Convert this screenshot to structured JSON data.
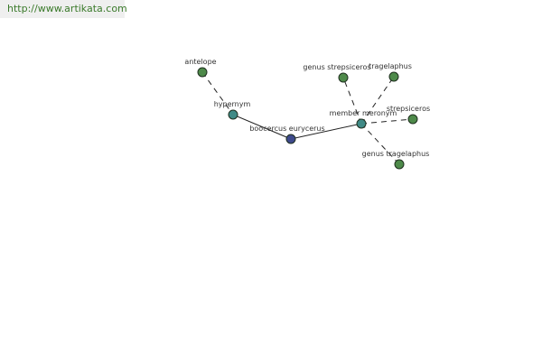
{
  "header": {
    "url": "http://www.artikata.com"
  },
  "colors": {
    "leaf": "#4e8a4a",
    "relation": "#3f8a86",
    "center": "#3e4a8c"
  },
  "graph": {
    "nodes": [
      {
        "id": "antelope",
        "label": "antelope",
        "kind": "leaf"
      },
      {
        "id": "hypernym",
        "label": "hypernym",
        "kind": "relation"
      },
      {
        "id": "center",
        "label": "boocercus eurycerus",
        "kind": "center"
      },
      {
        "id": "meronym",
        "label": "member meronym",
        "kind": "relation"
      },
      {
        "id": "strepsiceros-genus",
        "label": "genus strepsiceros",
        "kind": "leaf"
      },
      {
        "id": "tragelaphus",
        "label": "tragelaphus",
        "kind": "leaf"
      },
      {
        "id": "strepsiceros",
        "label": "strepsiceros",
        "kind": "leaf"
      },
      {
        "id": "tragelaphus-genus",
        "label": "genus tragelaphus",
        "kind": "leaf"
      }
    ],
    "edges": [
      {
        "from": "antelope",
        "to": "hypernym",
        "style": "dashed"
      },
      {
        "from": "hypernym",
        "to": "center",
        "style": "solid"
      },
      {
        "from": "center",
        "to": "meronym",
        "style": "solid"
      },
      {
        "from": "meronym",
        "to": "strepsiceros-genus",
        "style": "dashed"
      },
      {
        "from": "meronym",
        "to": "tragelaphus",
        "style": "dashed"
      },
      {
        "from": "meronym",
        "to": "strepsiceros",
        "style": "dashed"
      },
      {
        "from": "meronym",
        "to": "tragelaphus-genus",
        "style": "dashed"
      }
    ]
  }
}
